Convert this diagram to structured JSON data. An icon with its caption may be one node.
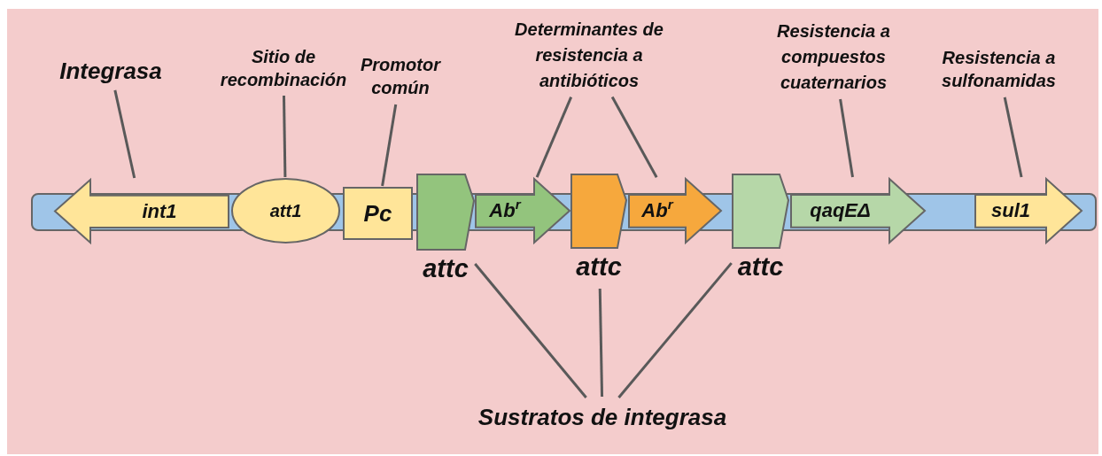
{
  "diagram": {
    "nodes": [
      {
        "text": [
          "Integrasa"
        ]
      },
      {
        "text": [
          "Sitio de recombinación"
        ]
      },
      {
        "text": [
          "Promotor común"
        ]
      },
      {
        "text": [
          "Determinantes de resistencia a antibióticos"
        ]
      },
      {
        "text": [
          "Resistencia a compuestos cuaternarios"
        ]
      },
      {
        "text": [
          "Resistencia a sulfonamidas"
        ]
      },
      {
        "text": [
          "int1"
        ]
      },
      {
        "text": [
          "att1"
        ]
      },
      {
        "text": [
          "Pc"
        ]
      },
      {
        "text": [
          "attc"
        ]
      },
      {
        "text": [
          "Ab$^{r}$"
        ]
      },
      {
        "text": [
          "attc"
        ]
      },
      {
        "text": [
          "Ab$^{r}$"
        ]
      },
      {
        "text": [
          "attc"
        ]
      },
      {
        "text": [
          "qaqEΔ"
        ]
      },
      {
        "text": [
          "sul1"
        ]
      },
      {
        "text": [
          "Sustratos de integrasa"
        ]
      }
    ],
    "edges": [
      {
        "from": 0,
        "to": 6,
        "arrow": "none"
      },
      {
        "from": 1,
        "to": 7,
        "arrow": "none"
      },
      {
        "from": 2,
        "to": 8,
        "arrow": "none"
      },
      {
        "from": 3,
        "to": 10,
        "arrow": "none"
      },
      {
        "from": 3,
        "to": 12,
        "arrow": "none"
      },
      {
        "from": 4,
        "to": 14,
        "arrow": "none"
      },
      {
        "from": 5,
        "to": 15,
        "arrow": "none"
      },
      {
        "from": 16,
        "to": 9,
        "arrow": "none"
      },
      {
        "from": 16,
        "to": 11,
        "arrow": "none"
      },
      {
        "from": 16,
        "to": 13,
        "arrow": "none"
      }
    ]
  }
}
